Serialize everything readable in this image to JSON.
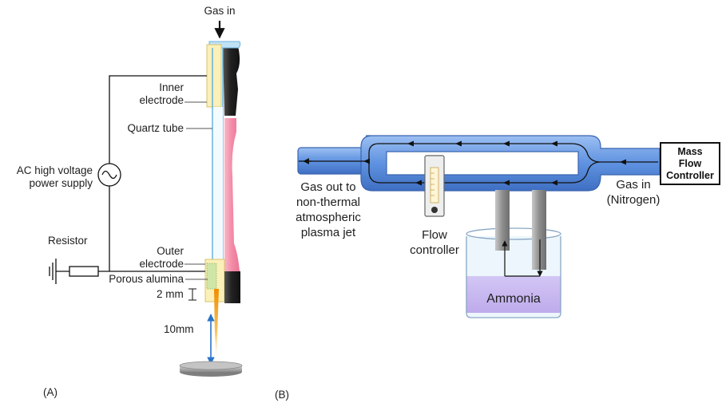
{
  "panel_a": {
    "panel_label": "(A)",
    "gas_in": "Gas in",
    "inner_electrode": "Inner\nelectrode",
    "quartz_tube": "Quartz tube",
    "power_supply": "AC high voltage\npower supply",
    "resistor": "Resistor",
    "outer_electrode": "Outer\nelectrode",
    "porous_alumina": "Porous alumina",
    "gap": "2 mm",
    "distance": "10mm"
  },
  "panel_b": {
    "panel_label": "(B)",
    "gas_out": "Gas out to\nnon-thermal\natmospheric\nplasma jet",
    "flow_controller": "Flow\ncontroller",
    "mass_flow_controller": "Mass\nFlow\nController",
    "gas_in": "Gas in\n(Nitrogen)",
    "ammonia": "Ammonia"
  },
  "colors": {
    "plasma_pink": "#f2a0b4",
    "pipe_blue": "#6f9ee6",
    "ammonia_purple": "#c9a6ee",
    "electrode_yellow": "#fbf0b8",
    "flame_orange": "#f5a623"
  }
}
